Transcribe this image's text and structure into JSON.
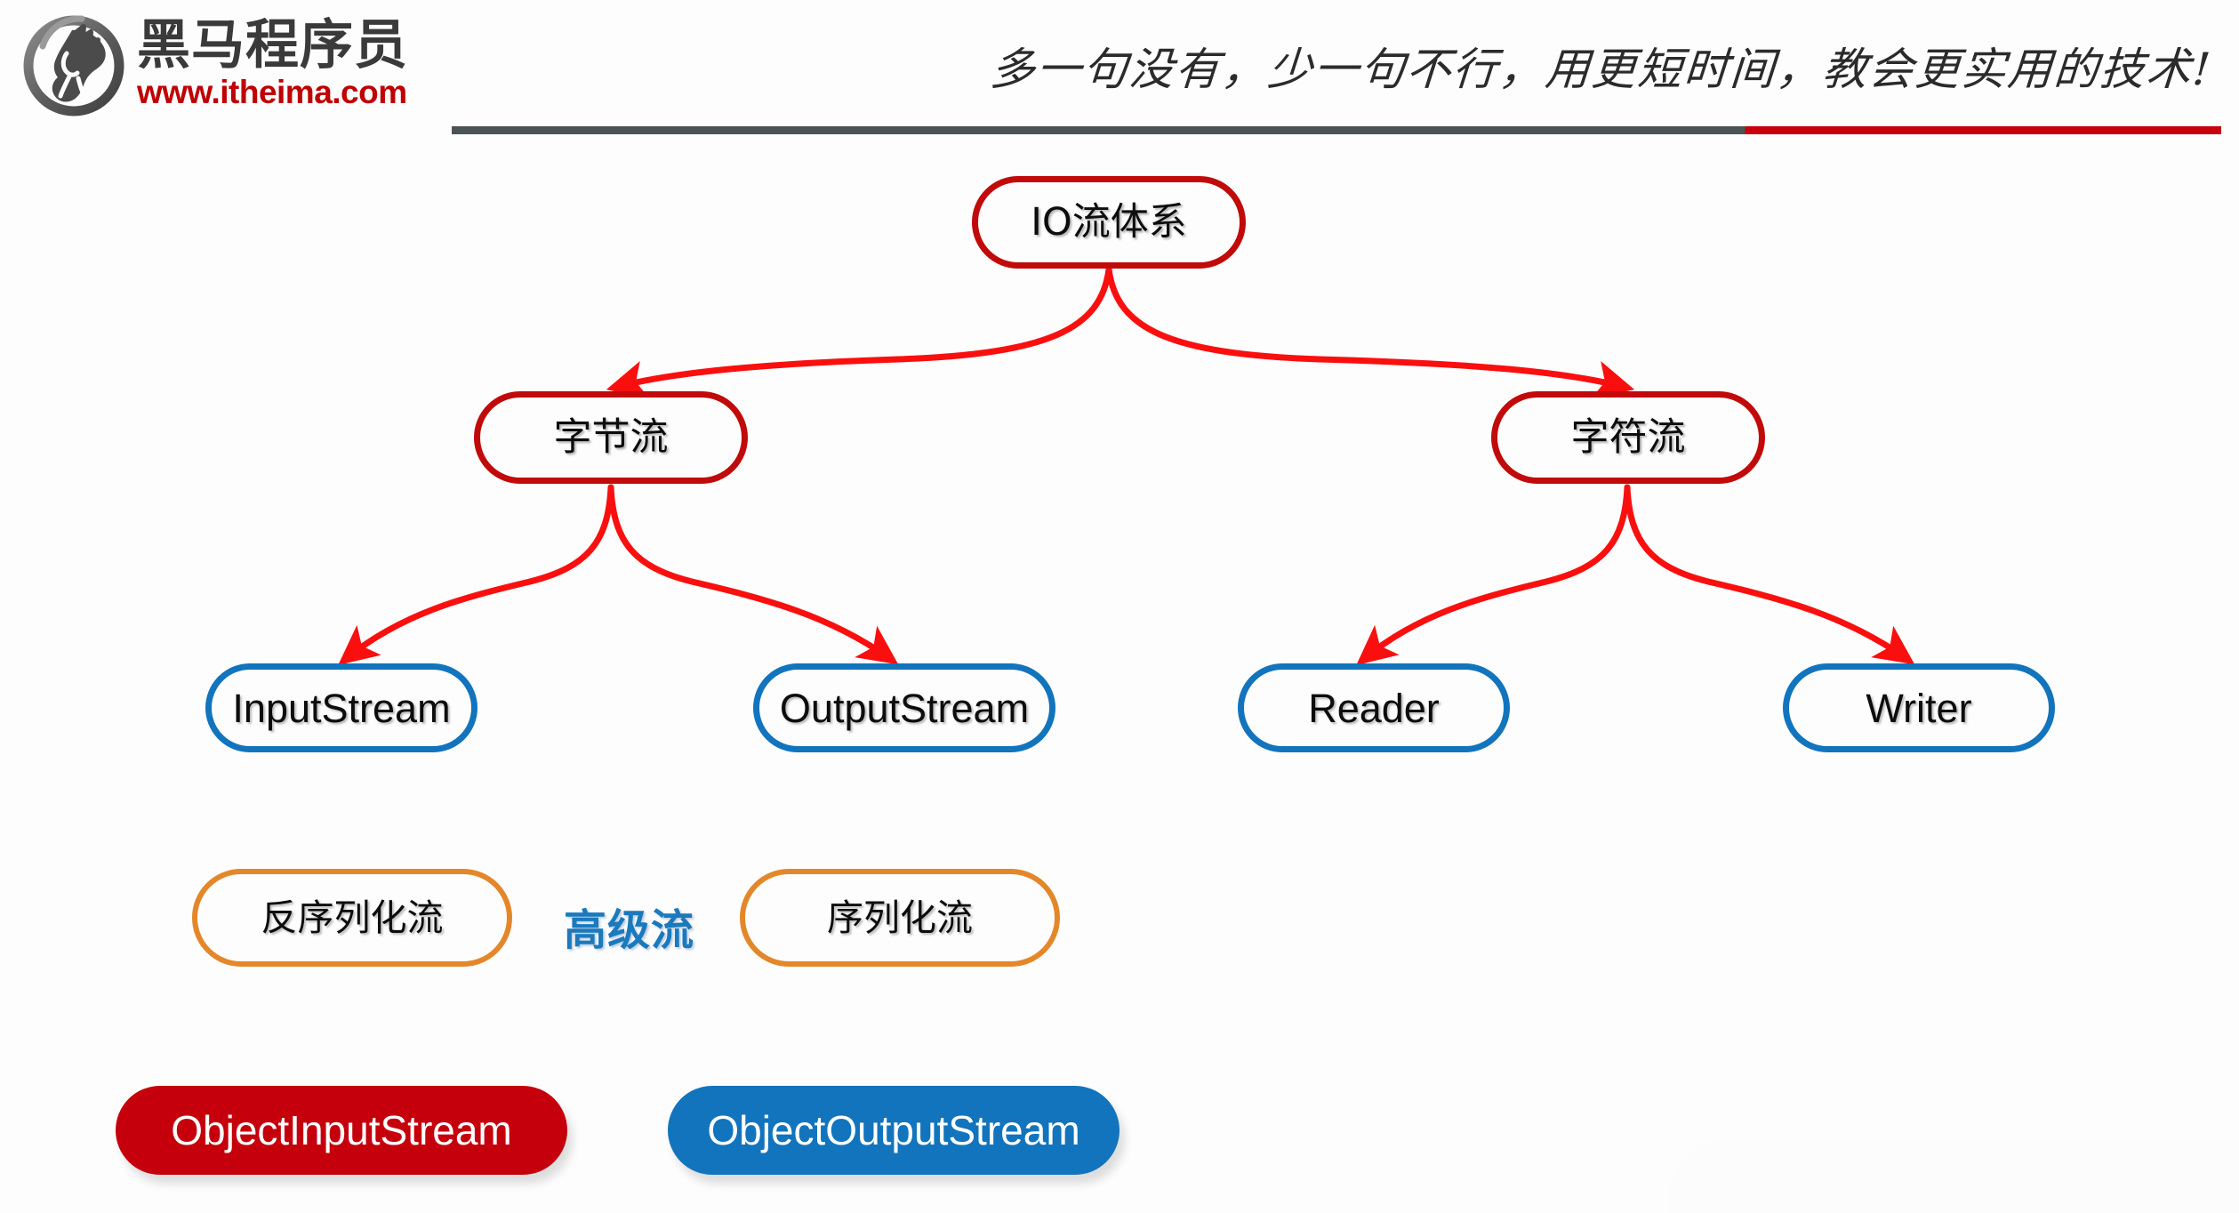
{
  "header": {
    "brand_cn": "黑马程序员",
    "brand_url": "www.itheima.com",
    "slogan": "多一句没有，少一句不行，用更短时间，教会更实用的技术!",
    "logo_icon": "horse-head-circle-logo",
    "rule_colors": {
      "left": "#4c5356",
      "right": "#c7000b"
    }
  },
  "diagram": {
    "title": "IO流体系",
    "colors": {
      "red_outline": "#c10a0a",
      "blue_outline": "#1274bd",
      "orange_outline": "#e3872a",
      "edge": "#fa0f0f",
      "red_fill": "#c5000c",
      "blue_fill": "#1274bd",
      "advanced_text": "#1b79bd"
    },
    "nodes": {
      "root": "IO流体系",
      "byte_stream": "字节流",
      "char_stream": "字符流",
      "input_stream": "InputStream",
      "output_stream": "OutputStream",
      "reader": "Reader",
      "writer": "Writer",
      "deserialize_stream": "反序列化流",
      "serialize_stream": "序列化流",
      "advanced_stream": "高级流",
      "object_input_stream": "ObjectInputStream",
      "object_output_stream": "ObjectOutputStream"
    },
    "edges": [
      {
        "from": "IO流体系",
        "to": "字节流"
      },
      {
        "from": "IO流体系",
        "to": "字符流"
      },
      {
        "from": "字节流",
        "to": "InputStream"
      },
      {
        "from": "字节流",
        "to": "OutputStream"
      },
      {
        "from": "字符流",
        "to": "Reader"
      },
      {
        "from": "字符流",
        "to": "Writer"
      }
    ]
  }
}
